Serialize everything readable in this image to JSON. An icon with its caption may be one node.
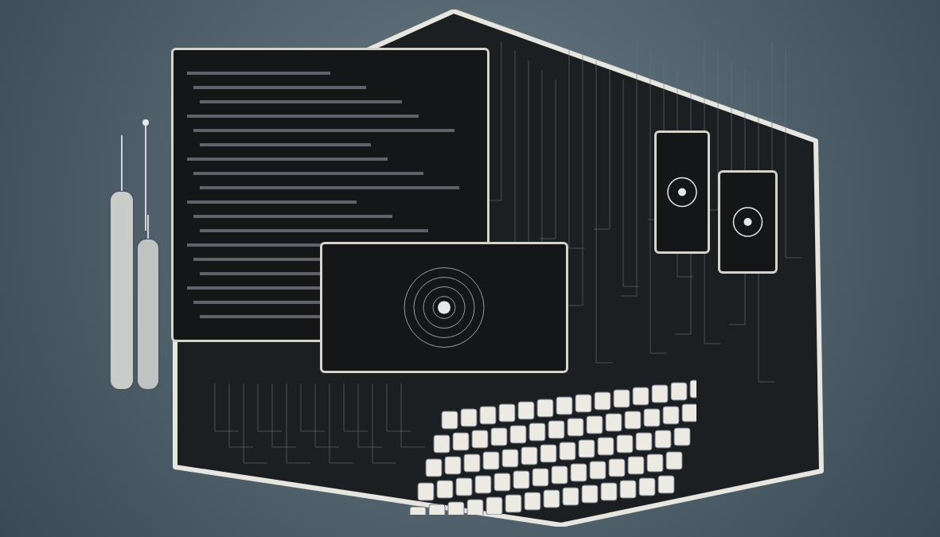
{
  "diagram": {
    "nodes": [
      {
        "text": [],
        "shape": "hexagon"
      },
      {
        "text": [],
        "shape": "box",
        "in": 0
      },
      {
        "text": [],
        "shape": "box",
        "in": 0
      },
      {
        "text": [],
        "shape": "picture",
        "in": 0
      },
      {
        "text": [],
        "shape": "box",
        "in": 0
      },
      {
        "text": [],
        "shape": "box",
        "in": 0
      },
      {
        "text": [],
        "shape": "picture"
      }
    ]
  }
}
